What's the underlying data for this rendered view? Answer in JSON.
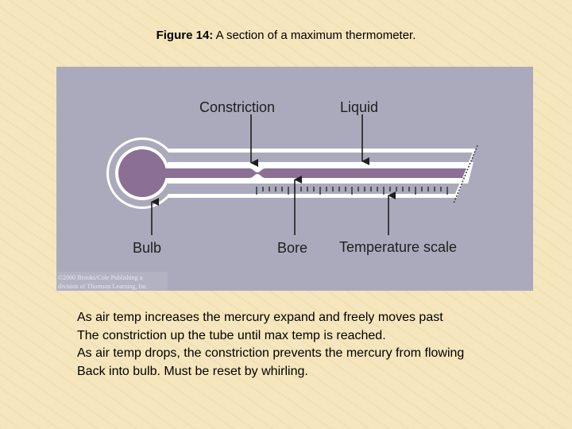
{
  "caption": {
    "label": "Figure 14:",
    "text": " A section of a maximum thermometer."
  },
  "diagram": {
    "background_color": "#abaabd",
    "liquid_color": "#8c7093",
    "labels": {
      "constriction": "Constriction",
      "liquid": "Liquid",
      "bulb": "Bulb",
      "bore": "Bore",
      "scale": "Temperature scale"
    },
    "copyright": [
      "©2000 Brooks/Cole Publishing a",
      "division of Thomson Learning, Inc."
    ]
  },
  "description": {
    "lines": [
      "As air temp increases the mercury expand and freely moves past",
      "The constriction up the tube until max temp is reached.",
      "As air temp drops, the constriction prevents the mercury from flowing",
      "Back into bulb.  Must be reset by whirling."
    ]
  }
}
